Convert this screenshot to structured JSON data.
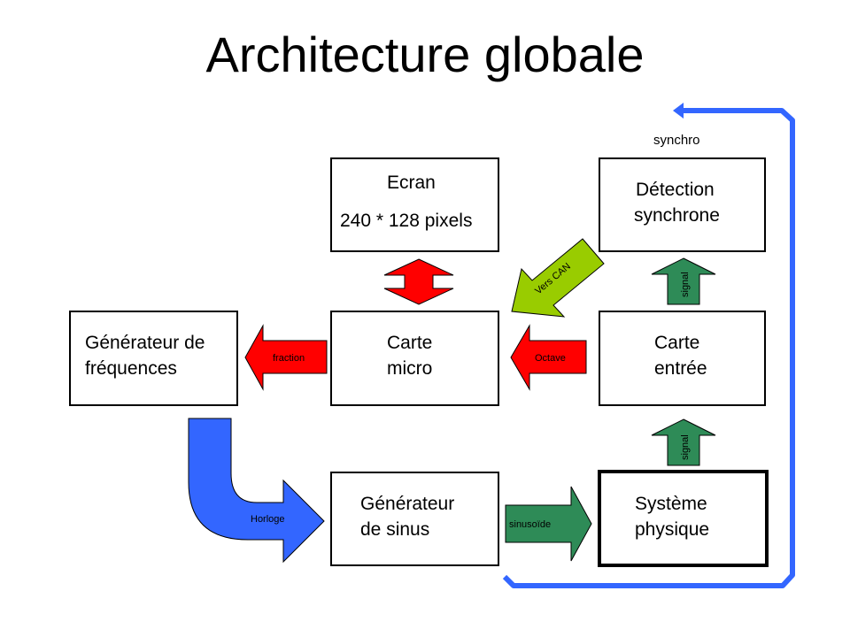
{
  "title": "Architecture globale",
  "boxes": {
    "ecran": {
      "line1": "Ecran",
      "line2": "240 * 128 pixels"
    },
    "detection": {
      "line1": "Détection",
      "line2": "synchrone"
    },
    "generateur_frequences": {
      "line1": "Générateur de",
      "line2": "fréquences"
    },
    "carte_micro": {
      "line1": "Carte",
      "line2": "micro"
    },
    "carte_entree": {
      "line1": "Carte",
      "line2": "entrée"
    },
    "generateur_sinus": {
      "line1": "Générateur",
      "line2": "de sinus"
    },
    "systeme": {
      "line1": "Système",
      "line2": "physique"
    }
  },
  "arrows": {
    "fraction": "fraction",
    "octave": "Octave",
    "vers_can": "Vers CAN",
    "signal_top": "signal",
    "signal_bottom": "signal",
    "horloge": "Horloge",
    "sinusoide": "sinusoïde",
    "synchro": "synchro"
  },
  "colors": {
    "red": "#ff0000",
    "green": "#2e8b57",
    "lime": "#99cc00",
    "blue": "#3366ff",
    "loop": "#3366ff"
  }
}
